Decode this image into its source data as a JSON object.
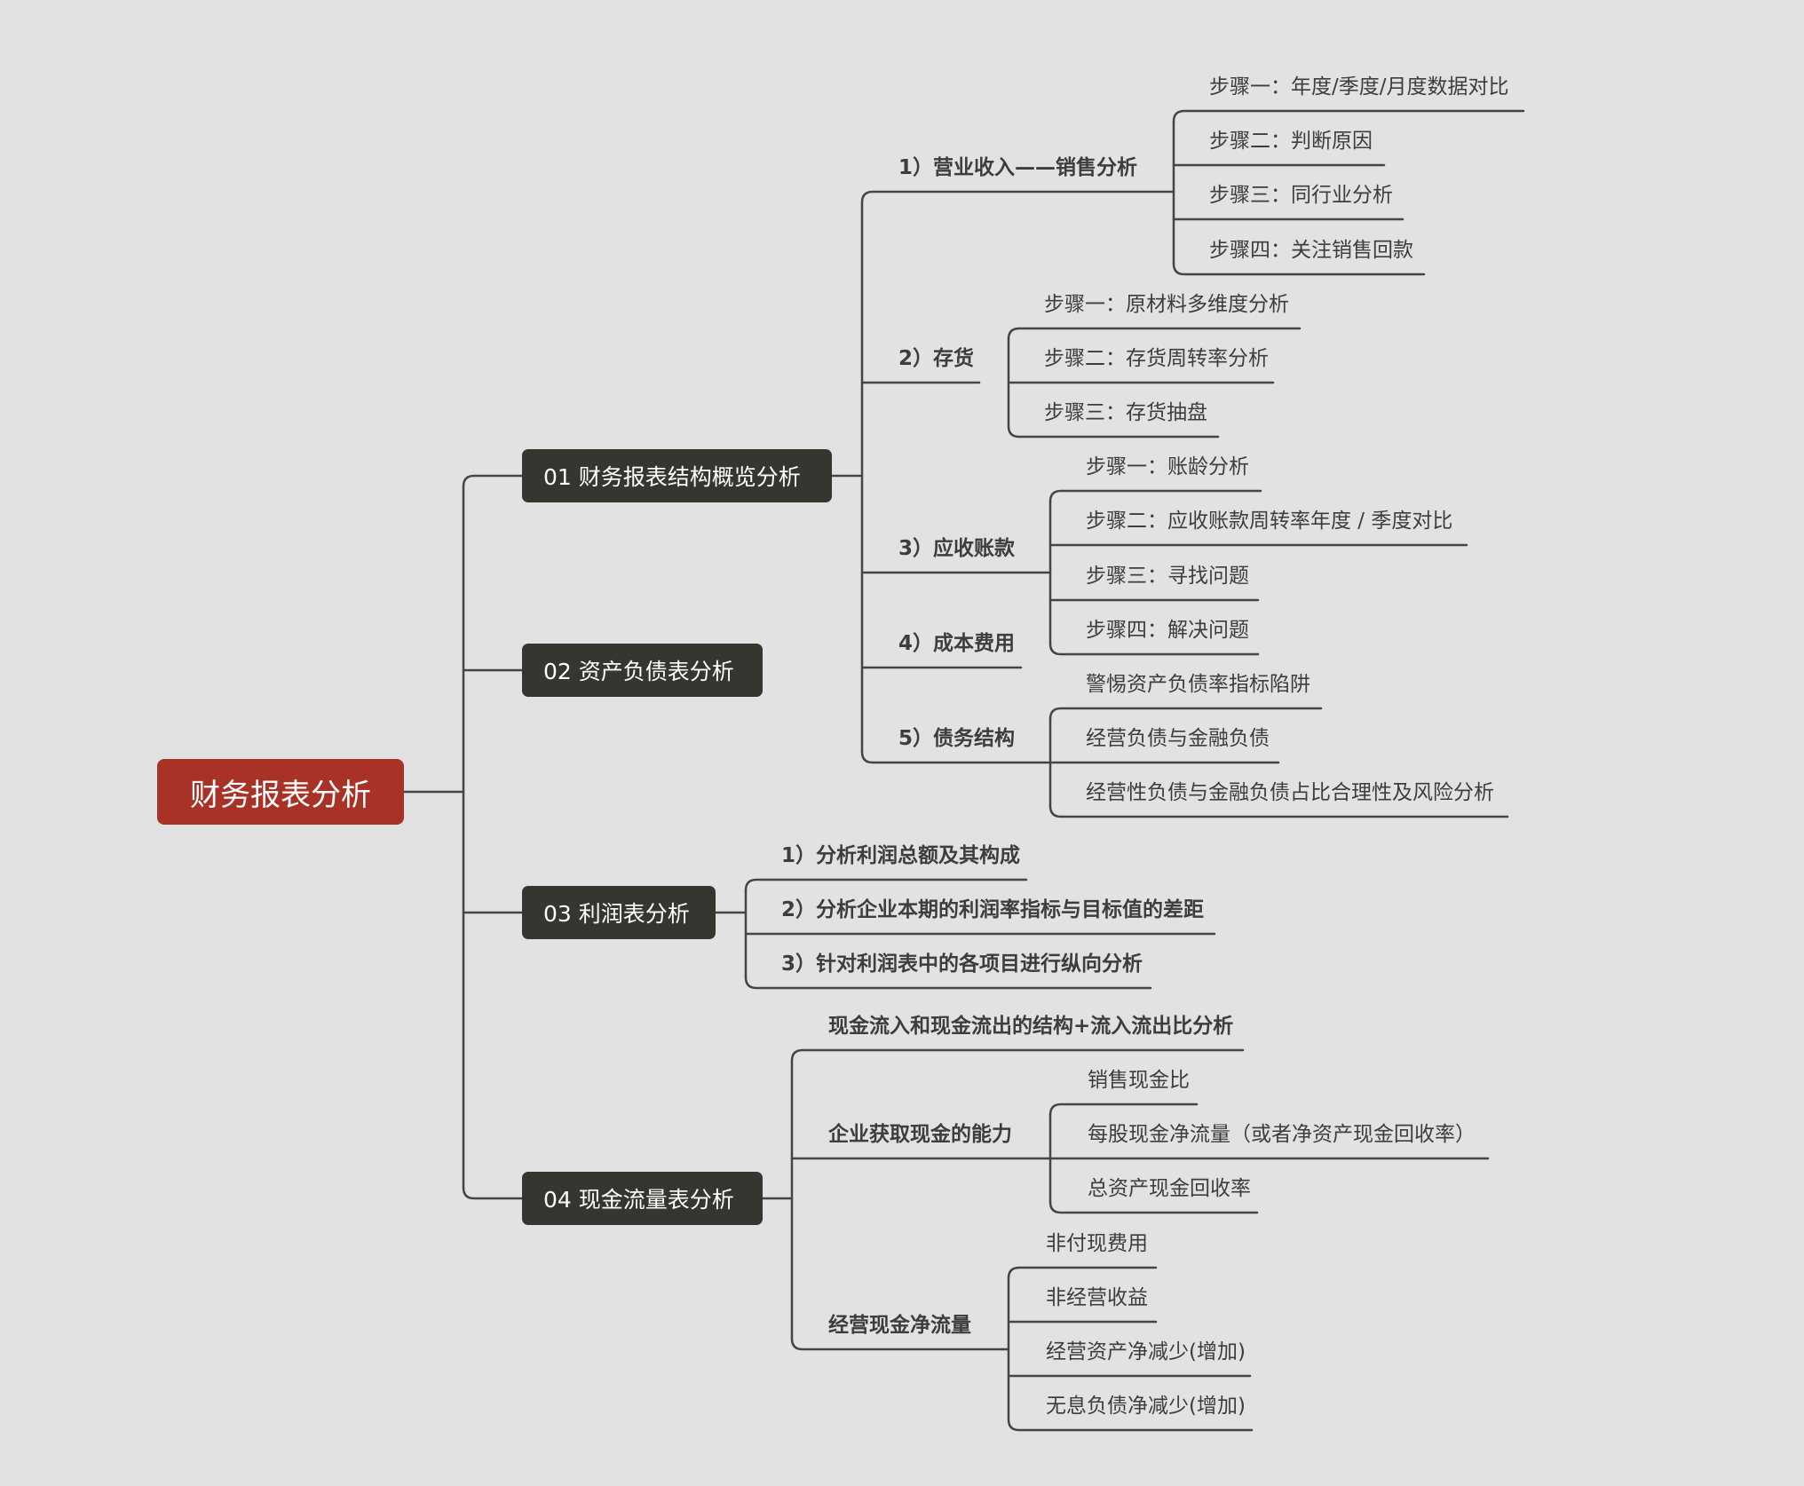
{
  "root": "财务报表分析",
  "sections": {
    "s1": {
      "title": "01 财务报表结构概览分析",
      "revenue": {
        "label": "1）营业收入——销售分析",
        "steps": [
          "步骤一：年度/季度/月度数据对比",
          "步骤二：判断原因",
          "步骤三：同行业分析",
          "步骤四：关注销售回款"
        ]
      },
      "inventory": {
        "label": "2）存货",
        "steps": [
          "步骤一：原材料多维度分析",
          "步骤二：存货周转率分析",
          "步骤三：存货抽盘"
        ]
      },
      "receivables": {
        "label": "3）应收账款",
        "steps": [
          "步骤一：账龄分析",
          "步骤二：应收账款周转率年度 / 季度对比",
          "步骤三：寻找问题",
          "步骤四：解决问题"
        ]
      },
      "cost": {
        "label": "4）成本费用"
      },
      "debt": {
        "label": "5）债务结构",
        "items": [
          "警惕资产负债率指标陷阱",
          "经营负债与金融负债",
          "经营性负债与金融负债占比合理性及风险分析"
        ]
      }
    },
    "s2": {
      "title": "02 资产负债表分析"
    },
    "s3": {
      "title": "03 利润表分析",
      "items": [
        "1）分析利润总额及其构成",
        "2）分析企业本期的利润率指标与目标值的差距",
        "3）针对利润表中的各项目进行纵向分析"
      ]
    },
    "s4": {
      "title": "04 现金流量表分析",
      "structure": {
        "label": "现金流入和现金流出的结构+流入流出比分析"
      },
      "ability": {
        "label": "企业获取现金的能力",
        "items": [
          "销售现金比",
          "每股现金净流量（或者净资产现金回收率）",
          "总资产现金回收率"
        ]
      },
      "netflow": {
        "label": "经营现金净流量",
        "items": [
          "非付现费用",
          "非经营收益",
          "经营资产净减少(增加)",
          "无息负债净减少(增加)"
        ]
      }
    }
  },
  "colors": {
    "background": "#e2e2e2",
    "root": "#a93226",
    "main": "#363631",
    "line": "#454545",
    "text": "#3d3d3d"
  }
}
